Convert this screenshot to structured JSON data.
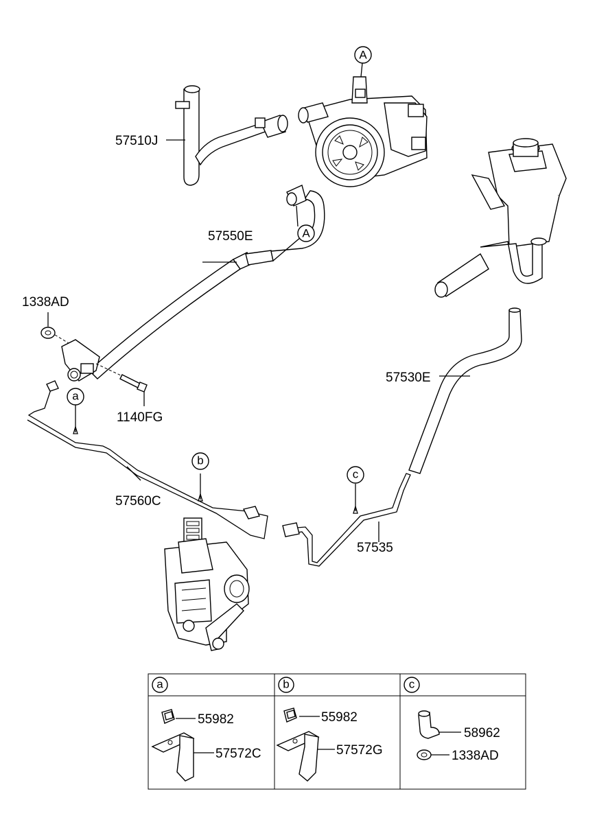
{
  "labels": {
    "hose_57510J": "57510J",
    "hose_57550E": "57550E",
    "nut_1338AD": "1338AD",
    "bolt_1140FG": "1140FG",
    "pipe_57560C": "57560C",
    "hose_57530E": "57530E",
    "pipe_57535": "57535"
  },
  "callouts": {
    "A_top": "A",
    "A_hose": "A",
    "a": "a",
    "b": "b",
    "c": "c"
  },
  "detail_table": {
    "a": {
      "header": "a",
      "part1": "55982",
      "part2": "57572C"
    },
    "b": {
      "header": "b",
      "part1": "55982",
      "part2": "57572G"
    },
    "c": {
      "header": "c",
      "part1": "58962",
      "part2": "1338AD"
    }
  }
}
